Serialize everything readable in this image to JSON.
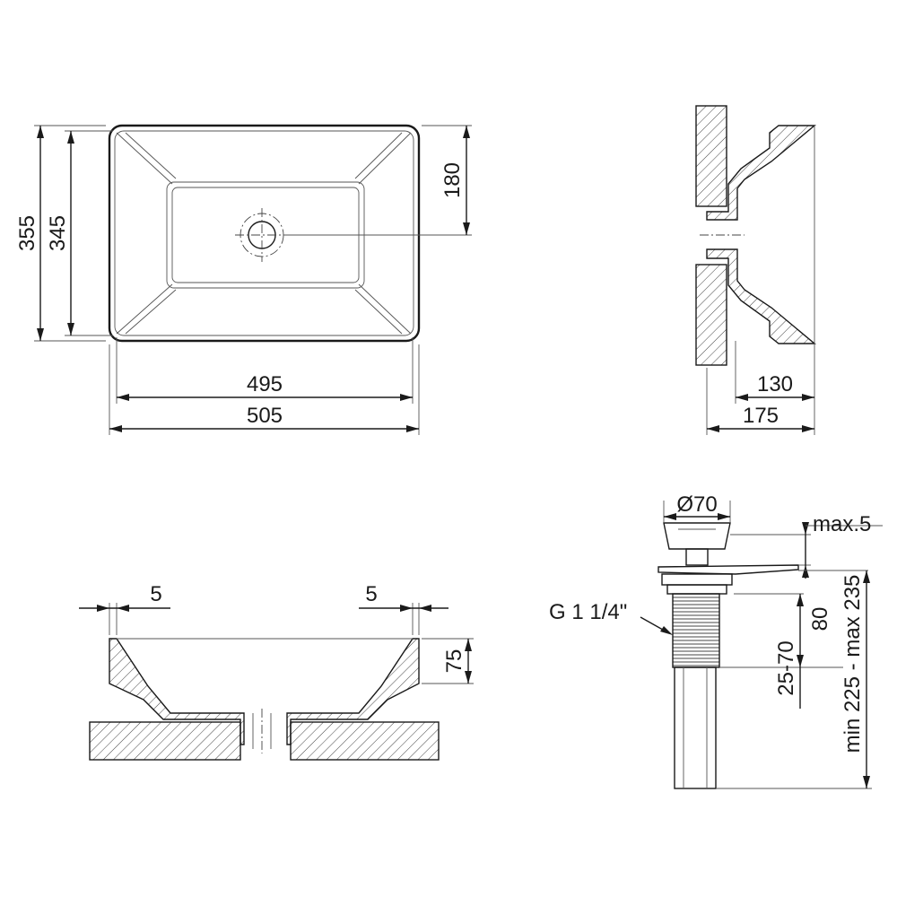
{
  "top_view": {
    "dim_outer_width": "505",
    "dim_inner_width": "495",
    "dim_outer_depth": "355",
    "dim_inner_depth": "345",
    "dim_drain_offset": "180"
  },
  "side_view": {
    "dim_depth_from_wall": "175",
    "dim_bowl_projection": "130"
  },
  "section_view": {
    "dim_wall_left": "5",
    "dim_wall_right": "5",
    "dim_height": "75"
  },
  "drain_view": {
    "dim_cap_diameter": "Ø70",
    "dim_max_rise": "max.5",
    "thread_label": "G 1 1/4\"",
    "dim_body_80": "80",
    "dim_range_25_70": "25-70",
    "dim_total": "min 225 - max 235"
  }
}
